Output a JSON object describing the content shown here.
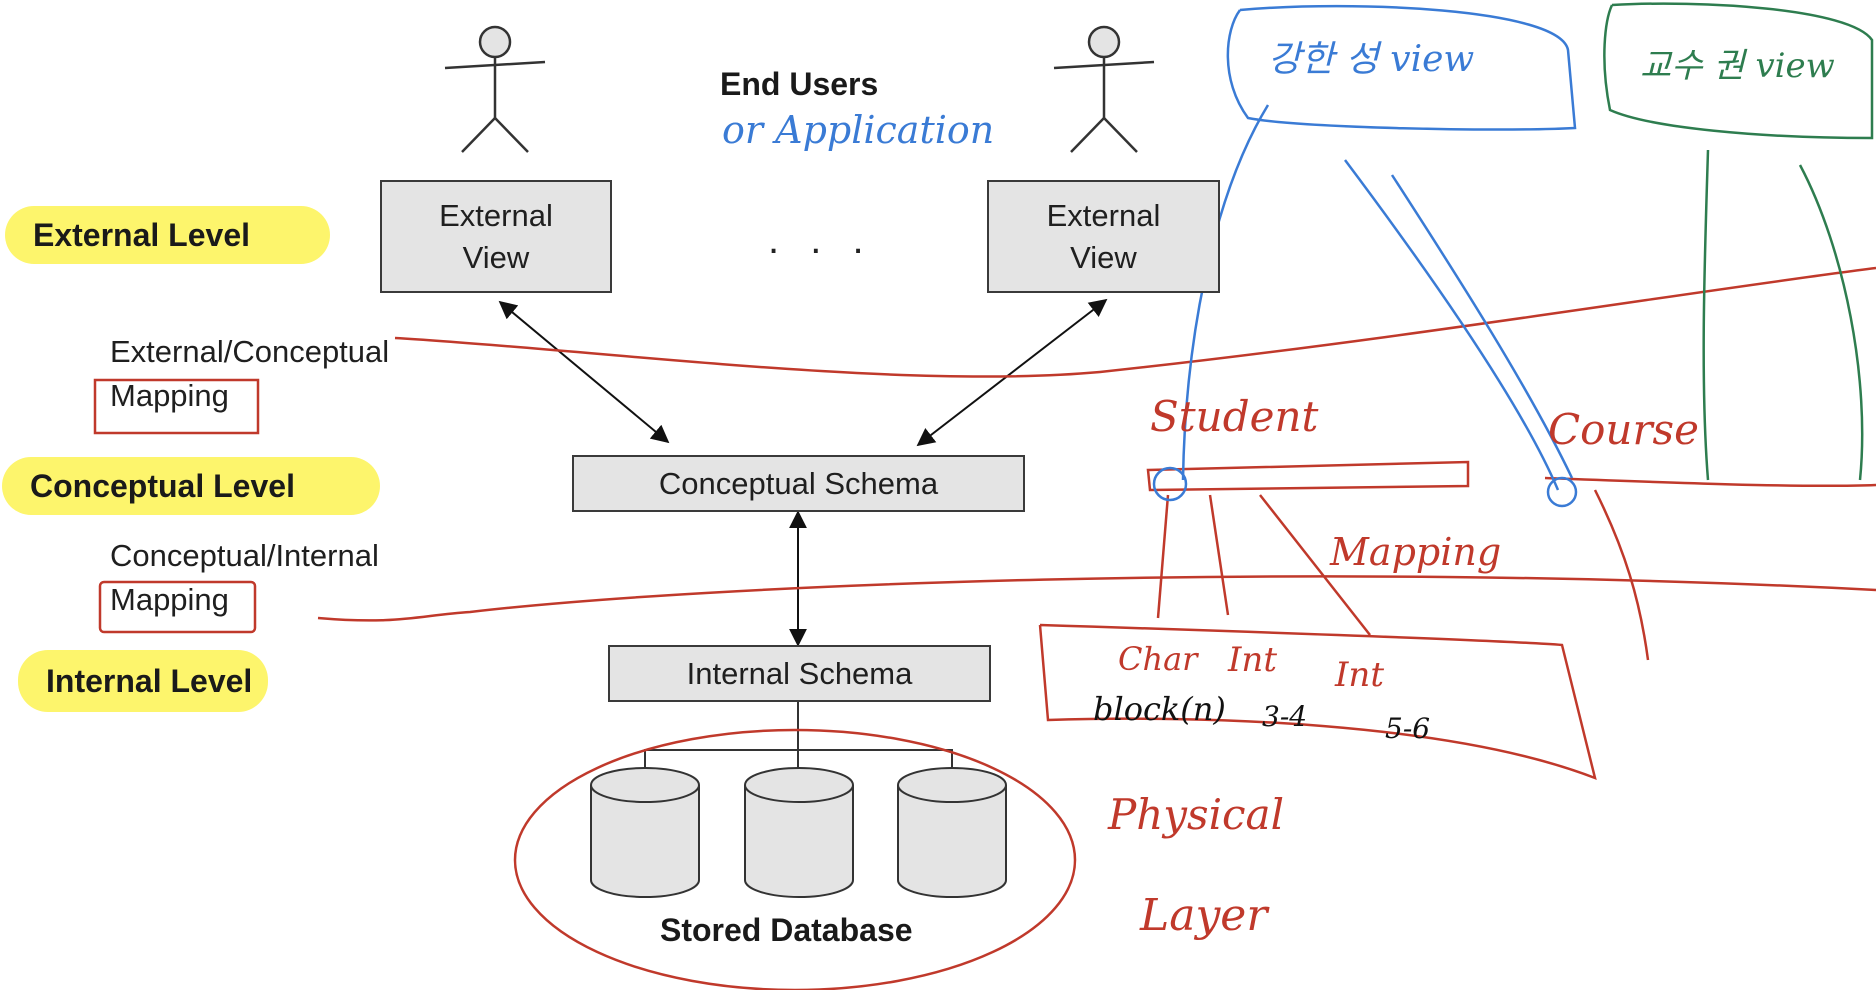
{
  "levels": {
    "external": "External Level",
    "conceptual": "Conceptual Level",
    "internal": "Internal Level"
  },
  "mappings": {
    "external_conceptual": [
      "External/Conceptual",
      "Mapping"
    ],
    "conceptual_internal": [
      "Conceptual/Internal",
      "Mapping"
    ]
  },
  "end_users": "End Users",
  "ellipsis": ". . .",
  "external_view": [
    "External",
    "View"
  ],
  "conceptual_schema": "Conceptual Schema",
  "internal_schema": "Internal Schema",
  "stored_database": "Stored Database",
  "annotations": {
    "or_application": "or Application",
    "view_blue": "강한 성 view",
    "view_green": "교수 권 view",
    "student": "Student",
    "course": "Course",
    "mapping": "Mapping",
    "char": "Char",
    "int1": "Int",
    "int2": "Int",
    "block": "block(n)",
    "range1": "3-4",
    "range2": "5-6",
    "physical": "Physical",
    "layer": "Layer"
  },
  "colors": {
    "highlight": "#fdf56c",
    "box_fill": "#e4e4e4",
    "annotation_red": "#c0392b",
    "annotation_blue": "#3a7bd5",
    "annotation_green": "#2e7d4f"
  }
}
